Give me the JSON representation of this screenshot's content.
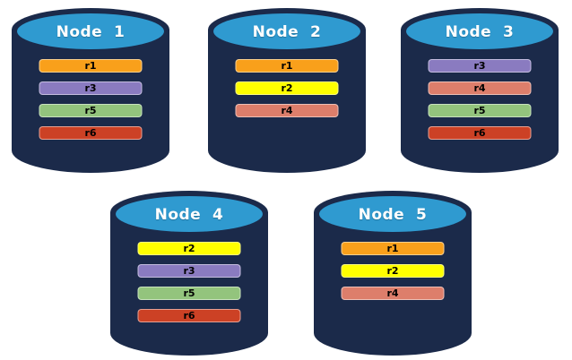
{
  "theme": {
    "canvas_bg": "#FFFFFF",
    "cylinder_body": "#1B2A4A",
    "cylinder_top": "#2F9AD0",
    "node_title_color": "#FFFFFF",
    "bar_text_color": "#000000",
    "bar_border": "rgba(255,255,255,0.5)"
  },
  "replica_colors": {
    "r1": "#F9A01B",
    "r2": "#FFFF00",
    "r3": "#8A7BC0",
    "r4": "#DD7E6B",
    "r5": "#93C47D",
    "r6": "#CC4125"
  },
  "nodes": [
    {
      "title": "Node  1",
      "replicas": [
        {
          "label": "r1",
          "color": "#F9A01B"
        },
        {
          "label": "r3",
          "color": "#8A7BC0"
        },
        {
          "label": "r5",
          "color": "#93C47D"
        },
        {
          "label": "r6",
          "color": "#CC4125"
        }
      ]
    },
    {
      "title": "Node  2",
      "replicas": [
        {
          "label": "r1",
          "color": "#F9A01B"
        },
        {
          "label": "r2",
          "color": "#FFFF00"
        },
        {
          "label": "r4",
          "color": "#DD7E6B"
        }
      ]
    },
    {
      "title": "Node  3",
      "replicas": [
        {
          "label": "r3",
          "color": "#8A7BC0"
        },
        {
          "label": "r4",
          "color": "#DD7E6B"
        },
        {
          "label": "r5",
          "color": "#93C47D"
        },
        {
          "label": "r6",
          "color": "#CC4125"
        }
      ]
    },
    {
      "title": "Node  4",
      "replicas": [
        {
          "label": "r2",
          "color": "#FFFF00"
        },
        {
          "label": "r3",
          "color": "#8A7BC0"
        },
        {
          "label": "r5",
          "color": "#93C47D"
        },
        {
          "label": "r6",
          "color": "#CC4125"
        }
      ]
    },
    {
      "title": "Node  5",
      "replicas": [
        {
          "label": "r1",
          "color": "#F9A01B"
        },
        {
          "label": "r2",
          "color": "#FFFF00"
        },
        {
          "label": "r4",
          "color": "#DD7E6B"
        }
      ]
    }
  ]
}
